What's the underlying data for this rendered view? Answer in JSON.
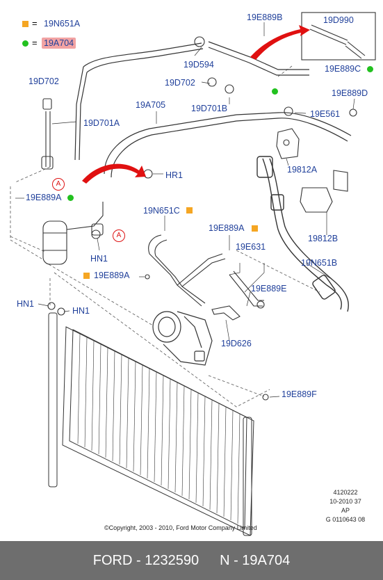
{
  "legend": {
    "square_code": "19N651A",
    "dot_code": "19A704",
    "equals": "="
  },
  "labels": {
    "l_19e889b": "19E889B",
    "l_19d990": "19D990",
    "l_19d594": "19D594",
    "l_19e889c": "19E889C",
    "l_19d702_a": "19D702",
    "l_19d702_b": "19D702",
    "l_19a705": "19A705",
    "l_19d701b": "19D701B",
    "l_19e889d": "19E889D",
    "l_19d701a": "19D701A",
    "l_19e561": "19E561",
    "l_19812a": "19812A",
    "l_hr1": "HR1",
    "l_19e889a_1": "19E889A",
    "l_19n651c": "19N651C",
    "l_19e889a_2": "19E889A",
    "l_19812b": "19812B",
    "l_hn1_a": "HN1",
    "l_19e631": "19E631",
    "l_19n651b": "19N651B",
    "l_19e889a_3": "19E889A",
    "l_19e889e": "19E889E",
    "l_hn1_b": "HN1",
    "l_hn1_c": "HN1",
    "l_19d626": "19D626",
    "l_19e889f": "19E889F"
  },
  "callouts": {
    "a1": "A",
    "a2": "A"
  },
  "meta_lines": [
    "4120222",
    "10-2010 37",
    "AP",
    "G 0110643 08"
  ],
  "copyright": "©Copyright, 2003 - 2010, Ford Motor Company Limited",
  "footer": {
    "left": "FORD - 1232590",
    "right": "N - 19A704"
  },
  "colors": {
    "label_blue": "#1f3f9a",
    "marker_orange": "#f5a623",
    "marker_green": "#22c11f",
    "highlight_red": "#f2a3a3",
    "arrow_red": "#e01010",
    "footer_grey": "#6e6e6e"
  }
}
